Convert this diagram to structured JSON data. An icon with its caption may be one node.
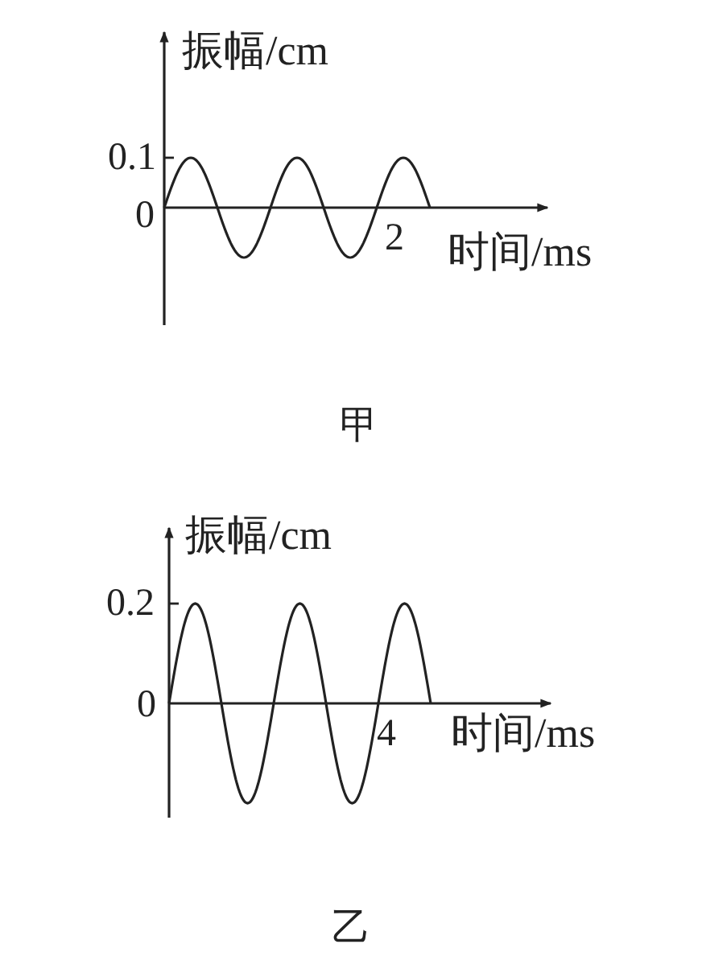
{
  "diagram": {
    "labels": [
      "振幅/cm",
      "0.1",
      "0",
      "2",
      "时间/ms",
      "甲",
      "振幅/cm",
      "0.2",
      "0",
      "4",
      "时间/ms",
      "乙"
    ]
  }
}
